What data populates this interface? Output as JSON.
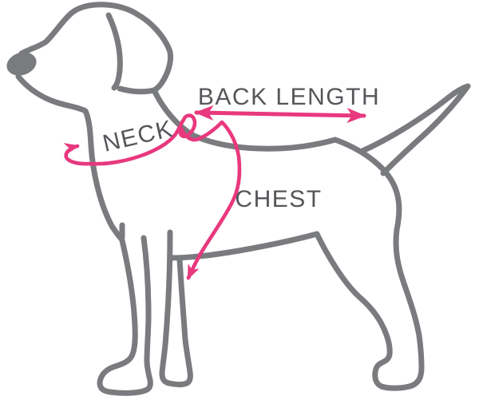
{
  "diagram": {
    "type": "dog-measurement-guide",
    "measurements": [
      {
        "id": "neck",
        "label": "NECK",
        "indicator": "curved-arrow-around-neck"
      },
      {
        "id": "back_length",
        "label": "BACK LENGTH",
        "indicator": "double-headed-horizontal-arrow"
      },
      {
        "id": "chest",
        "label": "CHEST",
        "indicator": "curved-arrow-around-girth"
      }
    ],
    "colors": {
      "bg": "#ffffff",
      "outline": "#7a7b7e",
      "accent": "#e8387e",
      "label": "#54565a"
    }
  }
}
